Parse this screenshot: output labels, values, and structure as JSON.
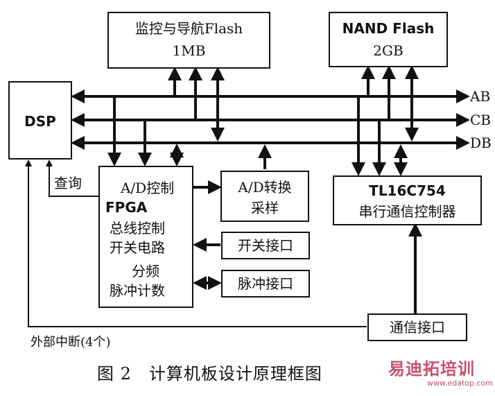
{
  "diagram": {
    "boxes": {
      "monitor_flash": {
        "line1": "监控与导航Flash",
        "line2": "1MB"
      },
      "nand_flash": {
        "line1": "NAND Flash",
        "line2": "2GB"
      },
      "dsp": {
        "label": "DSP"
      },
      "fpga": {
        "ad_control": "A/D控制",
        "title": "FPGA",
        "line_bus1": "总线控制",
        "line_bus2": "开关电路",
        "line_div1": "分频",
        "line_div2": "脉冲计数"
      },
      "ad_sample": {
        "line1": "A/D转换",
        "line2": "采样"
      },
      "switch_port": {
        "label": "开关接口"
      },
      "pulse_port": {
        "label": "脉冲接口"
      },
      "uart": {
        "line1": "TL16C754",
        "line2": "串行通信控制器"
      },
      "comm_port": {
        "label": "通信接口"
      }
    },
    "buses": {
      "ab": "AB",
      "cb": "CB",
      "db": "DB"
    },
    "labels": {
      "query": "查询",
      "interrupt": "外部中断(4个)"
    },
    "caption": "图 2　计算机板设计原理框图",
    "watermark": {
      "text": "易迪拓培训",
      "url": "www.edatop.com"
    }
  }
}
